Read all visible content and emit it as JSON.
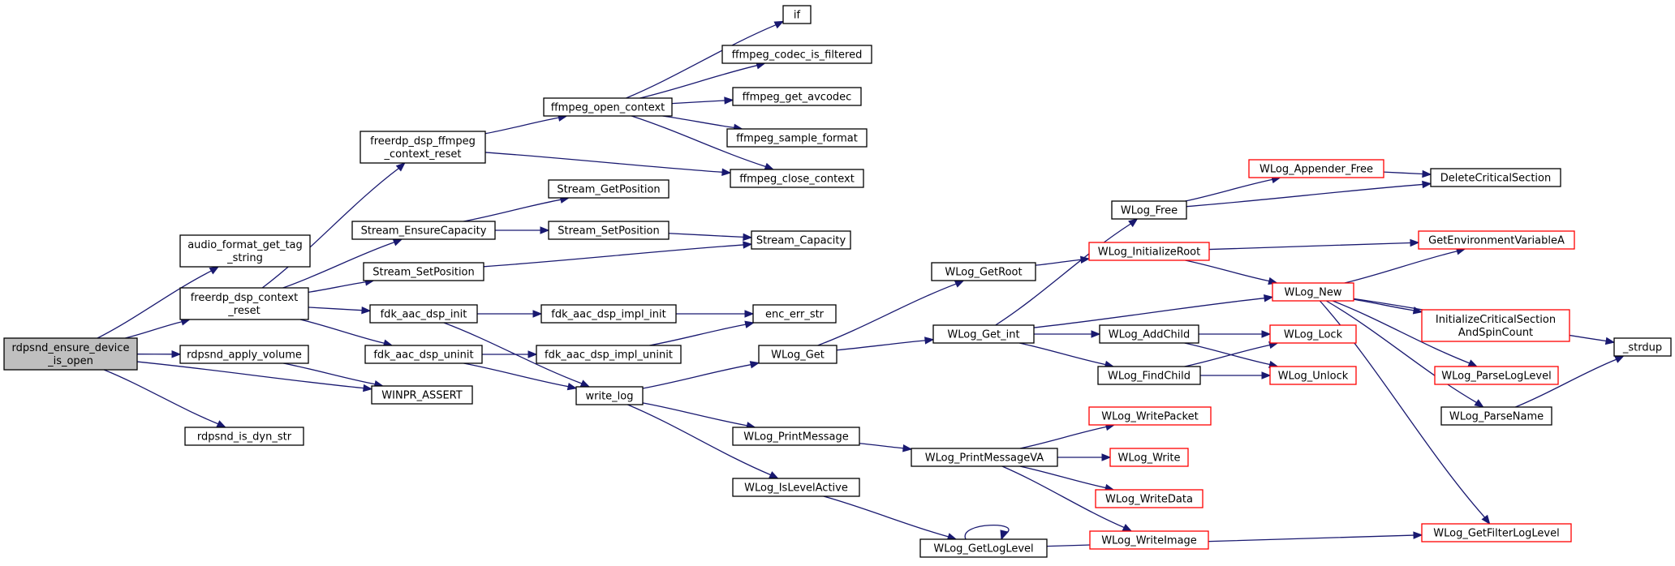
{
  "colors": {
    "edge": "#191970",
    "border_normal": "#000000",
    "border_truncated": "#ff0000",
    "root_fill": "#bfbfbf",
    "fill": "#ffffff"
  },
  "nodes": {
    "rdpsnd_ensure_device_is_open": {
      "lines": [
        "rdpsnd_ensure_device",
        "_is_open"
      ],
      "root": true
    },
    "audio_format_get_tag_string": {
      "lines": [
        "audio_format_get_tag",
        "_string"
      ]
    },
    "freerdp_dsp_context_reset": {
      "lines": [
        "freerdp_dsp_context",
        "_reset"
      ]
    },
    "rdpsnd_apply_volume": {
      "lines": [
        "rdpsnd_apply_volume"
      ]
    },
    "WINPR_ASSERT": {
      "lines": [
        "WINPR_ASSERT"
      ]
    },
    "rdpsnd_is_dyn_str": {
      "lines": [
        "rdpsnd_is_dyn_str"
      ]
    },
    "freerdp_dsp_ffmpeg_context_reset": {
      "lines": [
        "freerdp_dsp_ffmpeg",
        "_context_reset"
      ]
    },
    "Stream_EnsureCapacity": {
      "lines": [
        "Stream_EnsureCapacity"
      ]
    },
    "Stream_SetPosition_a": {
      "lines": [
        "Stream_SetPosition"
      ]
    },
    "fdk_aac_dsp_init": {
      "lines": [
        "fdk_aac_dsp_init"
      ]
    },
    "fdk_aac_dsp_uninit": {
      "lines": [
        "fdk_aac_dsp_uninit"
      ]
    },
    "ffmpeg_open_context": {
      "lines": [
        "ffmpeg_open_context"
      ]
    },
    "ffmpeg_close_context": {
      "lines": [
        "ffmpeg_close_context"
      ]
    },
    "if": {
      "lines": [
        "if"
      ]
    },
    "ffmpeg_codec_is_filtered": {
      "lines": [
        "ffmpeg_codec_is_filtered"
      ]
    },
    "ffmpeg_get_avcodec": {
      "lines": [
        "ffmpeg_get_avcodec"
      ]
    },
    "ffmpeg_sample_format": {
      "lines": [
        "ffmpeg_sample_format"
      ]
    },
    "Stream_GetPosition": {
      "lines": [
        "Stream_GetPosition"
      ]
    },
    "Stream_SetPosition_b": {
      "lines": [
        "Stream_SetPosition"
      ]
    },
    "Stream_Capacity": {
      "lines": [
        "Stream_Capacity"
      ]
    },
    "fdk_aac_dsp_impl_init": {
      "lines": [
        "fdk_aac_dsp_impl_init"
      ]
    },
    "fdk_aac_dsp_impl_uninit": {
      "lines": [
        "fdk_aac_dsp_impl_uninit"
      ]
    },
    "enc_err_str": {
      "lines": [
        "enc_err_str"
      ]
    },
    "write_log": {
      "lines": [
        "write_log"
      ]
    },
    "WLog_Get": {
      "lines": [
        "WLog_Get"
      ]
    },
    "WLog_PrintMessage": {
      "lines": [
        "WLog_PrintMessage"
      ]
    },
    "WLog_IsLevelActive": {
      "lines": [
        "WLog_IsLevelActive"
      ]
    },
    "WLog_GetRoot": {
      "lines": [
        "WLog_GetRoot"
      ]
    },
    "WLog_Get_int": {
      "lines": [
        "WLog_Get_int"
      ]
    },
    "WLog_PrintMessageVA": {
      "lines": [
        "WLog_PrintMessageVA"
      ]
    },
    "WLog_GetLogLevel": {
      "lines": [
        "WLog_GetLogLevel"
      ]
    },
    "WLog_Free": {
      "lines": [
        "WLog_Free"
      ]
    },
    "WLog_InitializeRoot": {
      "lines": [
        "WLog_InitializeRoot"
      ],
      "truncated": true
    },
    "WLog_AddChild": {
      "lines": [
        "WLog_AddChild"
      ]
    },
    "WLog_FindChild": {
      "lines": [
        "WLog_FindChild"
      ]
    },
    "WLog_WritePacket": {
      "lines": [
        "WLog_WritePacket"
      ],
      "truncated": true
    },
    "WLog_Write": {
      "lines": [
        "WLog_Write"
      ],
      "truncated": true
    },
    "WLog_WriteData": {
      "lines": [
        "WLog_WriteData"
      ],
      "truncated": true
    },
    "WLog_WriteImage": {
      "lines": [
        "WLog_WriteImage"
      ],
      "truncated": true
    },
    "WLog_Appender_Free": {
      "lines": [
        "WLog_Appender_Free"
      ],
      "truncated": true
    },
    "WLog_New": {
      "lines": [
        "WLog_New"
      ],
      "truncated": true
    },
    "WLog_Lock": {
      "lines": [
        "WLog_Lock"
      ],
      "truncated": true
    },
    "WLog_Unlock": {
      "lines": [
        "WLog_Unlock"
      ],
      "truncated": true
    },
    "DeleteCriticalSection": {
      "lines": [
        "DeleteCriticalSection"
      ]
    },
    "GetEnvironmentVariableA": {
      "lines": [
        "GetEnvironmentVariableA"
      ],
      "truncated": true
    },
    "InitializeCriticalSectionAndSpinCount": {
      "lines": [
        "InitializeCriticalSection",
        "AndSpinCount"
      ],
      "truncated": true
    },
    "WLog_ParseLogLevel": {
      "lines": [
        "WLog_ParseLogLevel"
      ],
      "truncated": true
    },
    "WLog_ParseName": {
      "lines": [
        "WLog_ParseName"
      ]
    },
    "WLog_GetFilterLogLevel": {
      "lines": [
        "WLog_GetFilterLogLevel"
      ],
      "truncated": true
    },
    "_strdup": {
      "lines": [
        "_strdup"
      ]
    }
  },
  "edges": [
    [
      "rdpsnd_ensure_device_is_open",
      "audio_format_get_tag_string"
    ],
    [
      "rdpsnd_ensure_device_is_open",
      "freerdp_dsp_context_reset"
    ],
    [
      "rdpsnd_ensure_device_is_open",
      "rdpsnd_apply_volume"
    ],
    [
      "rdpsnd_ensure_device_is_open",
      "WINPR_ASSERT"
    ],
    [
      "rdpsnd_ensure_device_is_open",
      "rdpsnd_is_dyn_str"
    ],
    [
      "freerdp_dsp_context_reset",
      "freerdp_dsp_ffmpeg_context_reset"
    ],
    [
      "freerdp_dsp_context_reset",
      "Stream_EnsureCapacity"
    ],
    [
      "freerdp_dsp_context_reset",
      "Stream_SetPosition_a"
    ],
    [
      "freerdp_dsp_context_reset",
      "fdk_aac_dsp_init"
    ],
    [
      "freerdp_dsp_context_reset",
      "fdk_aac_dsp_uninit"
    ],
    [
      "rdpsnd_apply_volume",
      "WINPR_ASSERT"
    ],
    [
      "freerdp_dsp_ffmpeg_context_reset",
      "ffmpeg_open_context"
    ],
    [
      "freerdp_dsp_ffmpeg_context_reset",
      "ffmpeg_close_context"
    ],
    [
      "ffmpeg_open_context",
      "if"
    ],
    [
      "ffmpeg_open_context",
      "ffmpeg_codec_is_filtered"
    ],
    [
      "ffmpeg_open_context",
      "ffmpeg_get_avcodec"
    ],
    [
      "ffmpeg_open_context",
      "ffmpeg_sample_format"
    ],
    [
      "ffmpeg_open_context",
      "ffmpeg_close_context"
    ],
    [
      "Stream_EnsureCapacity",
      "Stream_GetPosition"
    ],
    [
      "Stream_EnsureCapacity",
      "Stream_SetPosition_b"
    ],
    [
      "Stream_SetPosition_b",
      "Stream_Capacity"
    ],
    [
      "Stream_SetPosition_a",
      "Stream_Capacity"
    ],
    [
      "fdk_aac_dsp_init",
      "fdk_aac_dsp_impl_init"
    ],
    [
      "fdk_aac_dsp_init",
      "write_log"
    ],
    [
      "fdk_aac_dsp_impl_init",
      "enc_err_str"
    ],
    [
      "fdk_aac_dsp_uninit",
      "fdk_aac_dsp_impl_uninit"
    ],
    [
      "fdk_aac_dsp_uninit",
      "write_log"
    ],
    [
      "fdk_aac_dsp_impl_uninit",
      "enc_err_str"
    ],
    [
      "write_log",
      "WLog_Get"
    ],
    [
      "write_log",
      "WLog_PrintMessage"
    ],
    [
      "write_log",
      "WLog_IsLevelActive"
    ],
    [
      "WLog_Get",
      "WLog_GetRoot"
    ],
    [
      "WLog_Get",
      "WLog_Get_int"
    ],
    [
      "WLog_GetRoot",
      "WLog_InitializeRoot"
    ],
    [
      "WLog_Get_int",
      "WLog_Free"
    ],
    [
      "WLog_Get_int",
      "WLog_New"
    ],
    [
      "WLog_Get_int",
      "WLog_AddChild"
    ],
    [
      "WLog_Get_int",
      "WLog_FindChild"
    ],
    [
      "WLog_Free",
      "WLog_Appender_Free"
    ],
    [
      "WLog_Free",
      "DeleteCriticalSection"
    ],
    [
      "WLog_Appender_Free",
      "DeleteCriticalSection"
    ],
    [
      "WLog_InitializeRoot",
      "GetEnvironmentVariableA"
    ],
    [
      "WLog_InitializeRoot",
      "WLog_New"
    ],
    [
      "WLog_New",
      "GetEnvironmentVariableA"
    ],
    [
      "WLog_New",
      "_strdup"
    ],
    [
      "WLog_New",
      "InitializeCriticalSectionAndSpinCount"
    ],
    [
      "WLog_New",
      "WLog_ParseLogLevel"
    ],
    [
      "WLog_New",
      "WLog_ParseName"
    ],
    [
      "WLog_New",
      "WLog_GetFilterLogLevel"
    ],
    [
      "WLog_ParseName",
      "_strdup"
    ],
    [
      "WLog_AddChild",
      "WLog_Lock"
    ],
    [
      "WLog_AddChild",
      "WLog_Unlock"
    ],
    [
      "WLog_FindChild",
      "WLog_Lock"
    ],
    [
      "WLog_FindChild",
      "WLog_Unlock"
    ],
    [
      "WLog_PrintMessage",
      "WLog_PrintMessageVA"
    ],
    [
      "WLog_PrintMessageVA",
      "WLog_WritePacket"
    ],
    [
      "WLog_PrintMessageVA",
      "WLog_Write"
    ],
    [
      "WLog_PrintMessageVA",
      "WLog_WriteData"
    ],
    [
      "WLog_PrintMessageVA",
      "WLog_WriteImage"
    ],
    [
      "WLog_IsLevelActive",
      "WLog_GetLogLevel"
    ],
    [
      "WLog_GetLogLevel",
      "WLog_GetLogLevel"
    ],
    [
      "WLog_GetLogLevel",
      "WLog_GetFilterLogLevel"
    ]
  ]
}
